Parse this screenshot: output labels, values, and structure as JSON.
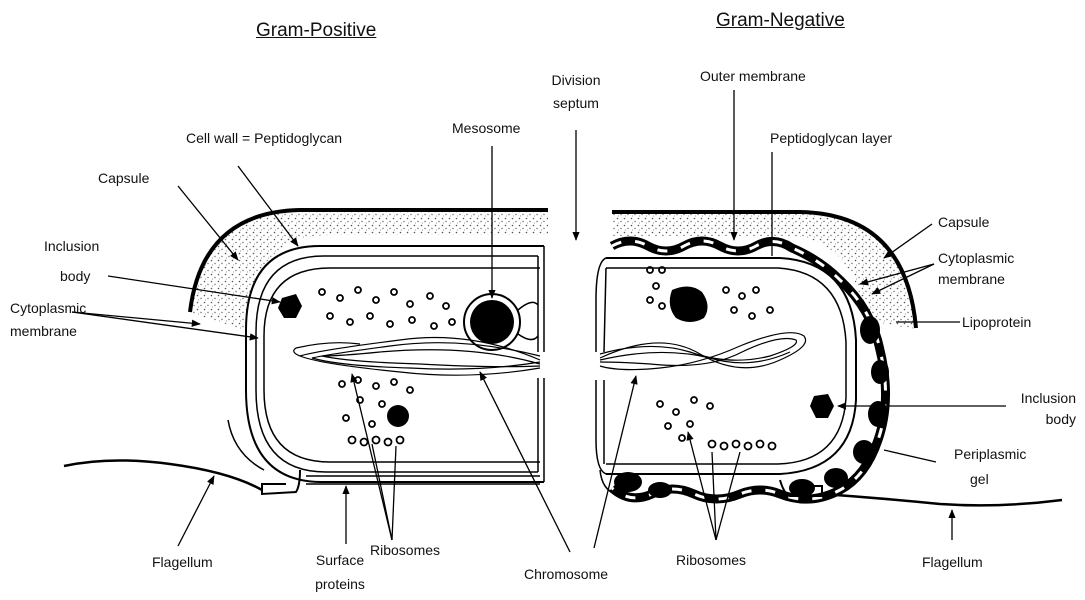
{
  "titles": {
    "gram_positive": "Gram-Positive",
    "gram_negative": "Gram-Negative"
  },
  "labels": {
    "division_septum_1": "Division",
    "division_septum_2": "septum",
    "outer_membrane": "Outer membrane",
    "cell_wall": "Cell wall = Peptidoglycan",
    "mesosome": "Mesosome",
    "peptidoglycan_layer": "Peptidoglycan layer",
    "capsule_left": "Capsule",
    "capsule_right": "Capsule",
    "inclusion_body_left_1": "Inclusion",
    "inclusion_body_left_2": "body",
    "cytoplasmic_membrane_left_1": "Cytoplasmic",
    "cytoplasmic_membrane_left_2": "membrane",
    "cytoplasmic_membrane_right_1": "Cytoplasmic",
    "cytoplasmic_membrane_right_2": "membrane",
    "lipoprotein": "Lipoprotein",
    "inclusion_body_right_1": "Inclusion",
    "inclusion_body_right_2": "body",
    "periplasmic_gel_1": "Periplasmic",
    "periplasmic_gel_2": "gel",
    "flagellum_left": "Flagellum",
    "surface_proteins_1": "Surface",
    "surface_proteins_2": "proteins",
    "ribosomes_left": "Ribosomes",
    "chromosome": "Chromosome",
    "ribosomes_right": "Ribosomes",
    "flagellum_right": "Flagellum"
  }
}
